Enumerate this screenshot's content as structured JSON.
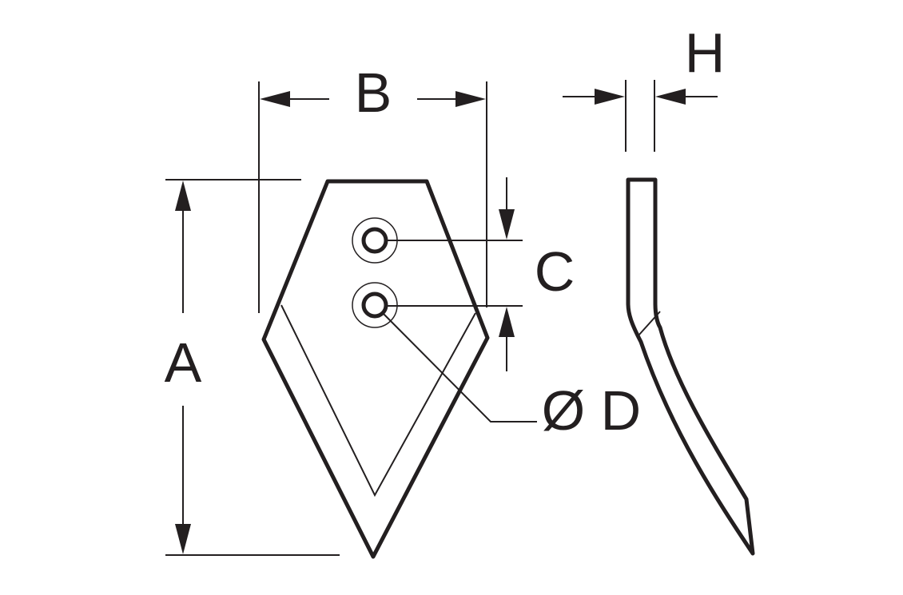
{
  "labels": {
    "a": "A",
    "b": "B",
    "c": "C",
    "d": "Ø D",
    "h": "H"
  },
  "colors": {
    "line": "#231f20",
    "background": "#ffffff"
  }
}
